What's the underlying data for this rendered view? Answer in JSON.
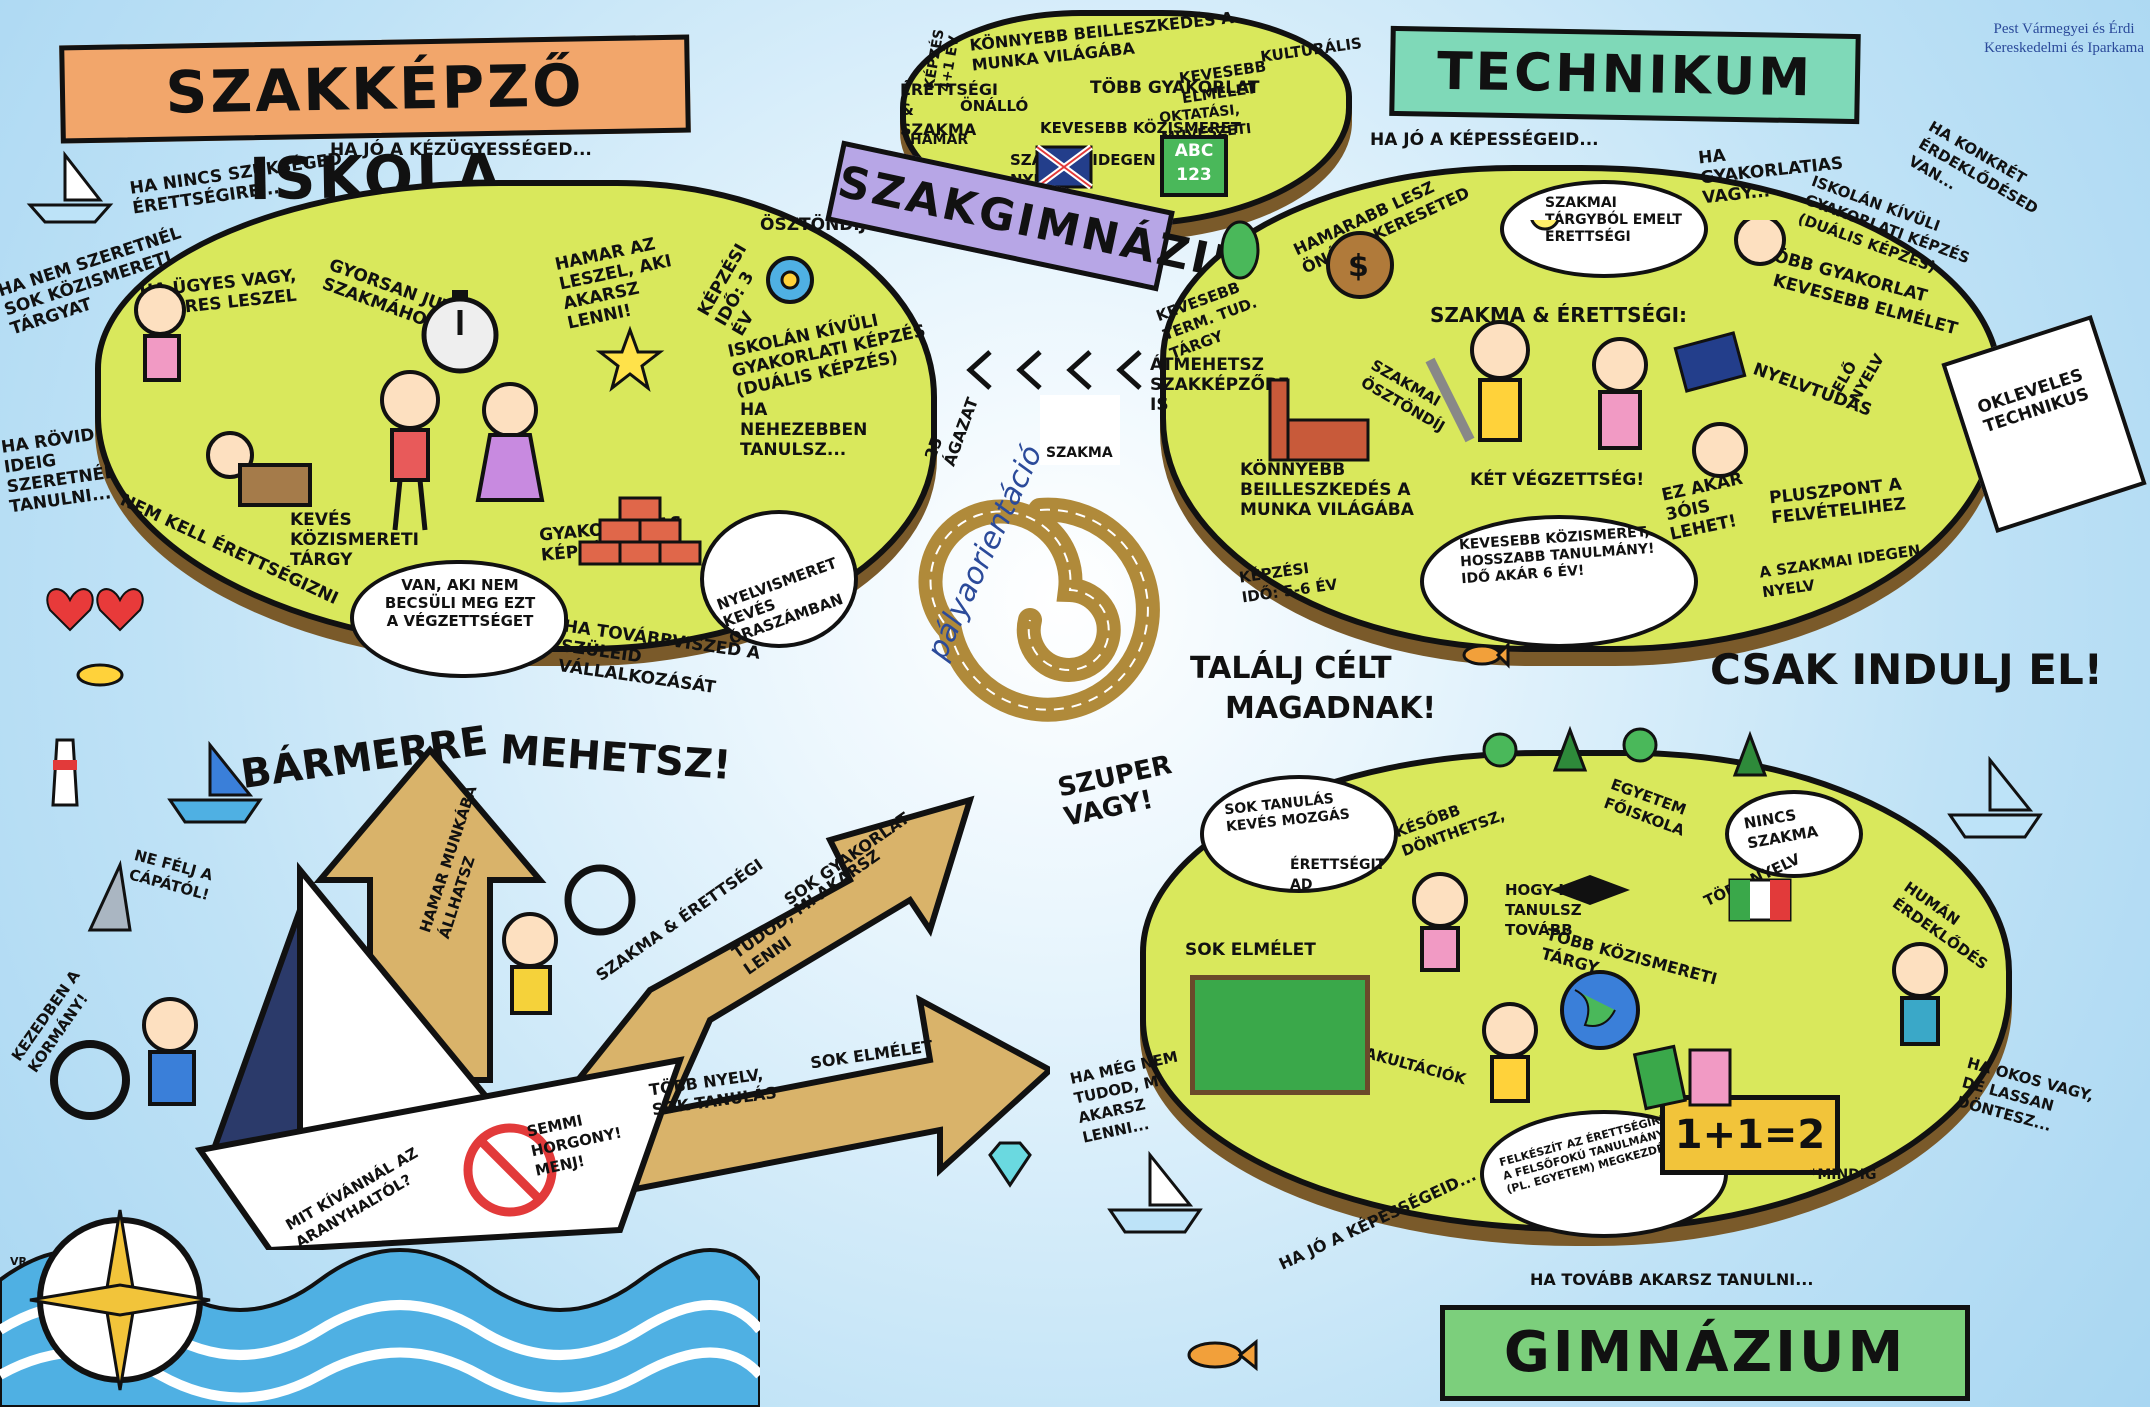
{
  "logo": {
    "line1": "Pest Vármegyei és Érdi",
    "line2": "Kereskedelmi és Iparkama"
  },
  "center": {
    "brand": "pályaorientáció",
    "slogan1": "TALÁLJ CÉLT",
    "slogan2": "MAGADNAK!",
    "slogan3": "CSAK INDULJ EL!",
    "szakma_label": "SZAKMA",
    "agazat": "25 ÁGAZAT"
  },
  "szakkepzo": {
    "title": "SZAKKÉPZŐ ISKOLA",
    "notes": [
      "HA JÓ A KÉZÜGYESSÉGED...",
      "HA NINCS SZÜKSÉGED ÉRETTSÉGIRE...",
      "HA NEM SZERETNÉL SOK KÖZISMERETI TÁRGYAT",
      "HA RÖVID IDEIG SZERETNÉL TANULNI...",
      "HA ÜGYES VAGY, SIKERES LESZEL",
      "GYORSAN JUTSZ SZAKMÁHOZ",
      "HAMAR AZ LESZEL, AKI AKARSZ LENNI!",
      "ÖSZTÖNDÍJ",
      "KÉPZÉSI IDŐ: 3 ÉV",
      "ISKOLÁN KÍVÜLI GYAKORLATI KÉPZÉS (DUÁLIS KÉPZÉS)",
      "NEM KELL ÉRETTSÉGIZNI",
      "KEVÉS KÖZISMERETI TÁRGY",
      "GYAKORLATIAS KÉPZÉS",
      "VAN, AKI NEM BECSÜLI MEG EZT A VÉGZETTSÉGET",
      "NYELVISMERET KEVÉS ÓRASZÁMBAN",
      "HA TOVÁBBVISZED A SZÜLEID VÁLLALKOZÁSÁT",
      "HA NEHEZEBBEN TANULSZ..."
    ]
  },
  "szakgimnazium": {
    "title": "SZAKGIMNÁZIUM",
    "notes": [
      "KÉPZÉS 4+1 ÉV",
      "KÖNNYEBB BEILLESZKEDÉS A MUNKA VILÁGÁBA",
      "ÉRETTSÉGI & SZAKMA",
      "ÖNÁLLÓ",
      "TÖBB GYAKORLAT",
      "KEVESEBB ELMÉLET",
      "KULTURÁLIS",
      "HAMAR",
      "KEVESEBB KÖZISMERET",
      "OKTATÁSI, MŰVÉSZETI",
      "SZAKMAI IDEGEN NYELV",
      "ABC 123"
    ]
  },
  "technikum": {
    "title": "TECHNIKUM",
    "notes": [
      "HA JÓ A KÉPESSÉGEID...",
      "HA GYAKORLATIAS VAGY...",
      "HA KONKRÉT ÉRDEKLŐDÉSED VAN...",
      "HAMARABB LESZ ÖNÁLLÓ KERESETED",
      "SZAKMAI TÁRGYBÓL EMELT ÉRETTSÉGI",
      "ISKOLÁN KÍVÜLI GYAKORLATI KÉPZÉS (DUÁLIS KÉPZÉS)",
      "KEVESEBB TERM. TUD. TÁRGY",
      "SZAKMA & ÉRETTSÉGI:",
      "TÖBB GYAKORLAT",
      "KEVESEBB ELMÉLET",
      "ÁTMEHETSZ SZAKKÉPZŐBE IS",
      "SZAKMAI ÖSZTÖNDÍJ",
      "NYELVTUDÁS",
      "ELŐ NYELV",
      "KÖNNYEBB BEILLESZKEDÉS A MUNKA VILÁGÁBA",
      "KÉT VÉGZETTSÉG!",
      "EZ AKÁR 3ÓIS LEHET!",
      "PLUSZPONT A FELVÉTELIHEZ",
      "KÉPZÉSI IDŐ: 5-6 ÉV",
      "KEVESEBB KÖZISMERET, HOSSZABB TANULMÁNY! IDŐ AKÁR 6 ÉV!",
      "A SZAKMAI IDEGEN NYELV",
      "OKLEVELES TECHNIKUS"
    ]
  },
  "gimnazium": {
    "title": "GIMNÁZIUM",
    "notes": [
      "SZUPER VAGY!",
      "SOK TANULÁS KEVÉS MOZGÁS",
      "KÉSŐBB DÖNTHETSZ,",
      "EGYETEM FŐISKOLA",
      "NINCS SZAKMA",
      "ÉRETTSÉGIT AD",
      "HOGY HOL TANULSZ TOVÁBB",
      "TÖBB NYELV",
      "HUMÁN ÉRDEKLŐDÉS",
      "SOK ELMÉLET",
      "TÖBB KÖZISMERETI TÁRGY",
      "FAKULTÁCIÓK",
      "HA MÉG NEM TUDOD, MI AKARSZ LENNI...",
      "HA OKOS VAGY, DE LASSAN DÖNTESZ...",
      "FELKÉSZÍT AZ ÉRETTSÉGIRE ÉS A FELSŐFOKÚ TANULMÁNYOK (PL. EGYETEM) MEGKEZDÉSÉRE.",
      "1+1=2",
      "*MINDIG",
      "HA JÓ A KÉPESSÉGEID...",
      "HA TOVÁBB AKARSZ TANULNI..."
    ]
  },
  "boat": {
    "notes": [
      "BÁRMERRE",
      "MEHETSZ!",
      "HAMAR MUNKÁBA ÁLLHATSZ",
      "SZAKMA & ÉRETTSÉGI",
      "SOK GYAKORLAT",
      "TUDOD, MI AKARSZ LENNI",
      "TÖBB NYELV, SOK TANULÁS",
      "SOK ELMÉLET",
      "NE FÉLJ A CÁPÁTÓL!",
      "KEZEDBEN A KORMÁNY!",
      "MIT KÍVÁNNÁL AZ ARANYHALTÓL?",
      "SEMMI HORGONY! MENJ!",
      "VR 2020."
    ]
  },
  "colors": {
    "island": "#d9e85c",
    "orange": "#f2a66b",
    "green": "#7ccf7c",
    "purple": "#b7a6e6",
    "teal": "#7fd9b8",
    "arrow": "#d9b36a",
    "water": "#4fb0e3"
  }
}
